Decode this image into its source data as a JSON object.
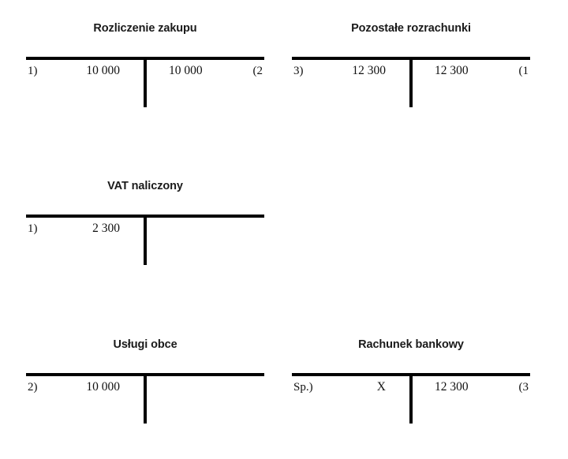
{
  "diagram": {
    "kind": "t-account-ledger",
    "language": "pl",
    "background_color": "#ffffff",
    "rule_color": "#000000",
    "text_color": "#111111"
  },
  "accounts": [
    {
      "id": "rozliczenie-zakupu",
      "title": "Rozliczenie zakupu",
      "column": "left",
      "row": 1,
      "debit": {
        "ref": "1)",
        "amount": "10 000"
      },
      "credit": {
        "ref": "(2",
        "amount": "10 000"
      }
    },
    {
      "id": "pozostale-rozrachunki",
      "title": "Pozostałe rozrachunki",
      "column": "right",
      "row": 1,
      "debit": {
        "ref": "3)",
        "amount": "12 300"
      },
      "credit": {
        "ref": "(1",
        "amount": "12 300"
      }
    },
    {
      "id": "vat-naliczony",
      "title": "VAT naliczony",
      "column": "left",
      "row": 2,
      "debit": {
        "ref": "1)",
        "amount": "2 300"
      },
      "credit": {
        "ref": "",
        "amount": ""
      }
    },
    {
      "id": "uslugi-obce",
      "title": "Usługi obce",
      "column": "left",
      "row": 3,
      "debit": {
        "ref": "2)",
        "amount": "10 000"
      },
      "credit": {
        "ref": "",
        "amount": ""
      }
    },
    {
      "id": "rachunek-bankowy",
      "title": "Rachunek bankowy",
      "column": "right",
      "row": 3,
      "debit": {
        "ref": "Sp.)",
        "amount": "X"
      },
      "credit": {
        "ref": "(3",
        "amount": "12 300"
      }
    }
  ]
}
